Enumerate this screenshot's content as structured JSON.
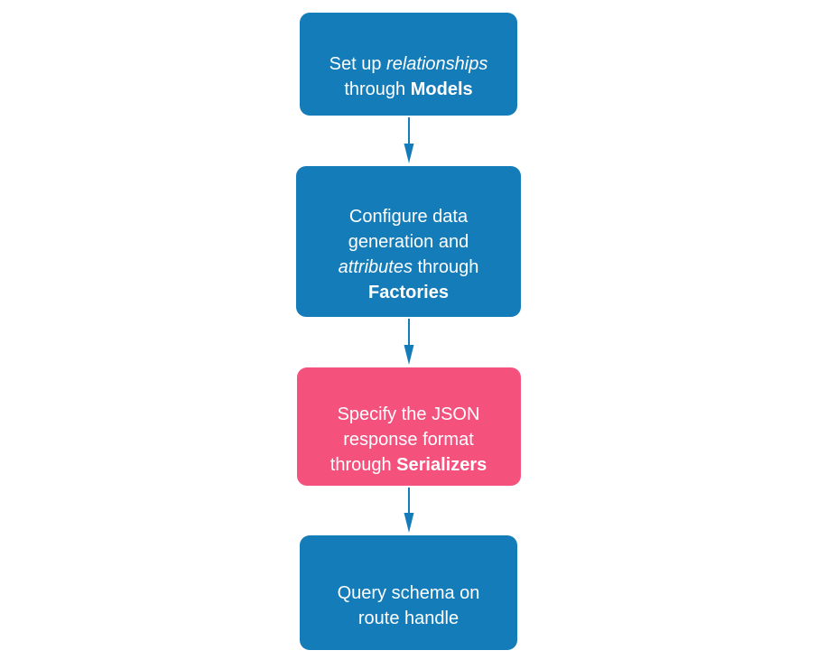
{
  "diagram": {
    "description": "Vertical flowchart of four steps connected by downward arrows",
    "colors": {
      "step_blue": "#147CB8",
      "step_highlight_pink": "#F4517D",
      "arrow": "#147CB8",
      "text": "#FFFFFF",
      "background": "#FFFFFF"
    },
    "steps": [
      {
        "name": "models",
        "color": "blue",
        "segments": [
          {
            "text": "Set up ",
            "style": "normal"
          },
          {
            "text": "relationships",
            "style": "italic"
          },
          {
            "text": "\nthrough ",
            "style": "normal"
          },
          {
            "text": "Models",
            "style": "bold"
          }
        ]
      },
      {
        "name": "factories",
        "color": "blue",
        "segments": [
          {
            "text": "Configure data\ngeneration and\n",
            "style": "normal"
          },
          {
            "text": "attributes",
            "style": "italic"
          },
          {
            "text": " through\n",
            "style": "normal"
          },
          {
            "text": "Factories",
            "style": "bold"
          }
        ]
      },
      {
        "name": "serializers",
        "color": "pink",
        "segments": [
          {
            "text": "Specify the JSON\nresponse format\nthrough ",
            "style": "normal"
          },
          {
            "text": "Serializers",
            "style": "bold"
          }
        ]
      },
      {
        "name": "query-schema",
        "color": "blue",
        "segments": [
          {
            "text": "Query schema on\nroute handle",
            "style": "normal"
          }
        ]
      }
    ]
  }
}
